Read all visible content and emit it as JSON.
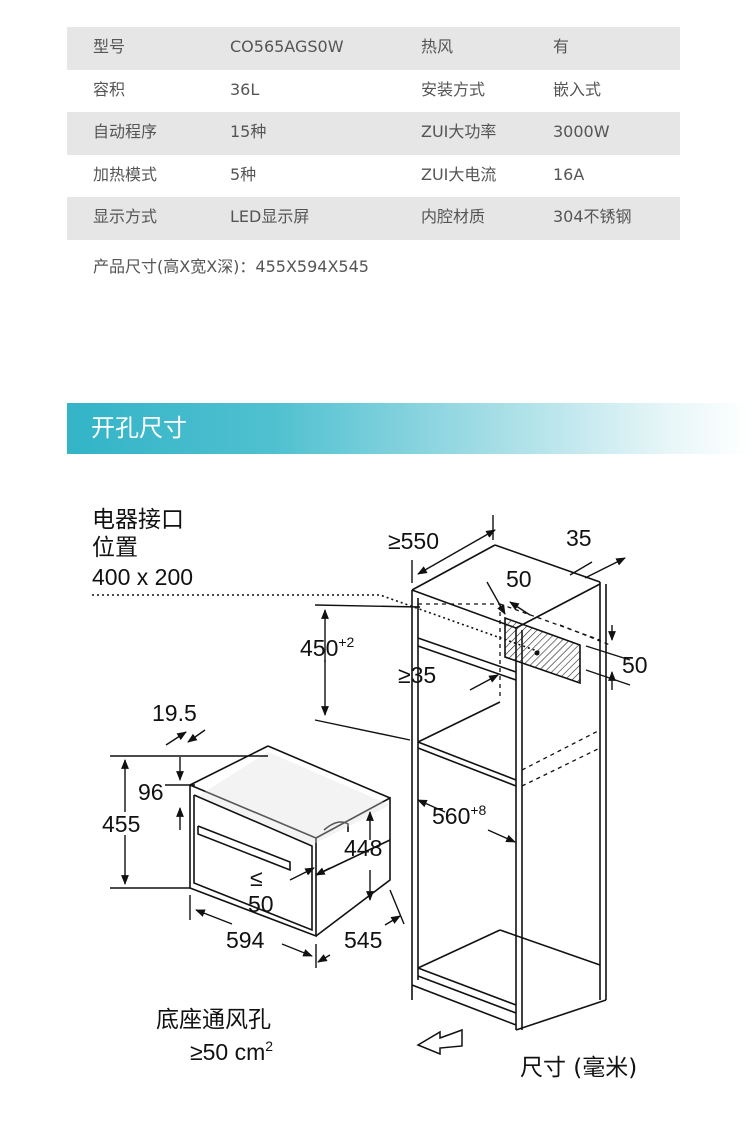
{
  "specs": [
    {
      "label1": "型号",
      "value1": "CO565AGS0W",
      "label2": "热风",
      "value2": "有"
    },
    {
      "label1": "容积",
      "value1": "36L",
      "label2": "安装方式",
      "value2": "嵌入式"
    },
    {
      "label1": "自动程序",
      "value1": "15种",
      "label2": "ZUI大功率",
      "value2": "3000W"
    },
    {
      "label1": "加热模式",
      "value1": "5种",
      "label2": "ZUI大电流",
      "value2": "16A"
    },
    {
      "label1": "显示方式",
      "value1": "LED显示屏",
      "label2": "内腔材质",
      "value2": "304不锈钢"
    }
  ],
  "product_size": "产品尺寸(高X宽X深)：455X594X545",
  "section_title": "开孔尺寸",
  "diagram": {
    "connector_line1": "电器接口",
    "connector_line2": "位置",
    "connector_size": "400 x 200",
    "niche_width": "≥550",
    "side_35": "35",
    "d_50_top": "50",
    "d_450": "450",
    "d_450_tol": "+2",
    "d_ge35": "≥35",
    "d_50_right": "50",
    "d_19_5": "19.5",
    "d_96": "96",
    "d_455": "455",
    "d_448": "448",
    "d_560": "560",
    "d_560_tol": "+8",
    "d_le": "≤",
    "d_50_gap": "50",
    "d_594": "594",
    "d_545": "545",
    "vent_line1": "底座通风孔",
    "vent_line2": "≥50 cm",
    "vent_sup": "2",
    "unit_label": "尺寸 (毫米)"
  },
  "colors": {
    "header_gradient_start": "#33b4c7",
    "row_shade": "#e6e6e6",
    "text": "#555555"
  }
}
